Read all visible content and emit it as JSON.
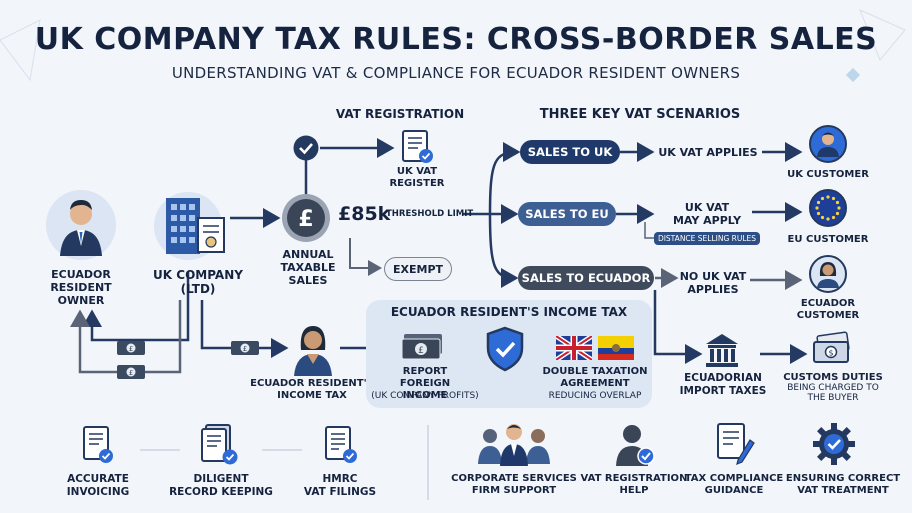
{
  "header": {
    "title": "UK COMPANY TAX RULES: CROSS-BORDER SALES",
    "subtitle": "UNDERSTANDING VAT & COMPLIANCE FOR ECUADOR RESIDENT OWNERS"
  },
  "left": {
    "owner_label": "ECUADOR\nRESIDENT\nOWNER",
    "company_label": "UK COMPANY\n(LTD)"
  },
  "vat_registration": {
    "heading": "VAT REGISTRATION",
    "register_label": "UK VAT\nREGISTER",
    "threshold_value": "£85k",
    "threshold_label": "THRESHOLD LIMIT",
    "annual_sales_label": "ANNUAL\nTAXABLE\nSALES",
    "exempt_label": "EXEMPT"
  },
  "scenarios": {
    "heading": "THREE KEY VAT SCENARIOS",
    "uk": {
      "pill": "SALES TO UK",
      "rule": "UK VAT APPLIES",
      "customer": "UK CUSTOMER"
    },
    "eu": {
      "pill": "SALES TO EU",
      "rule": "UK VAT\nMAY APPLY",
      "tag": "DISTANCE SELLING RULES",
      "customer": "EU CUSTOMER"
    },
    "ecuador": {
      "pill": "SALES TO ECUADOR",
      "rule": "NO UK VAT\nAPPLIES",
      "customer": "ECUADOR\nCUSTOMER"
    }
  },
  "income_tax": {
    "person_label": "ECUADOR RESIDENT'S\nINCOME TAX",
    "panel_heading": "ECUADOR RESIDENT'S INCOME TAX",
    "report_label": "REPORT\nFOREIGN INCOME",
    "report_sub": "(UK COMPANY PROFITS)",
    "dta_label": "DOUBLE TAXATION\nAGREEMENT",
    "dta_sub": "REDUCING OVERLAP"
  },
  "import": {
    "import_label": "ECUADORIAN\nIMPORT TAXES",
    "customs_label": "CUSTOMS DUTIES",
    "customs_sub": "BEING CHARGED TO\nTHE BUYER"
  },
  "bottom_left": [
    {
      "label": "ACCURATE\nINVOICING",
      "icon": "invoice-icon"
    },
    {
      "label": "DILIGENT\nRECORD KEEPING",
      "icon": "records-icon"
    },
    {
      "label": "HMRC\nVAT FILINGS",
      "icon": "filing-icon"
    }
  ],
  "bottom_right": [
    {
      "label": "CORPORATE SERVICES\nFIRM SUPPORT",
      "icon": "team-icon"
    },
    {
      "label": "VAT REGISTRATION\nHELP",
      "icon": "advisor-icon"
    },
    {
      "label": "TAX COMPLIANCE\nGUIDANCE",
      "icon": "guidance-icon"
    },
    {
      "label": "ENSURING CORRECT\nVAT TREATMENT",
      "icon": "gear-check-icon"
    }
  ],
  "colors": {
    "navy": "#1f3a6a",
    "mid_blue": "#3d5f94",
    "gray": "#3f4b5c",
    "flow": "#243a63",
    "accent": "#2f6bd6"
  }
}
